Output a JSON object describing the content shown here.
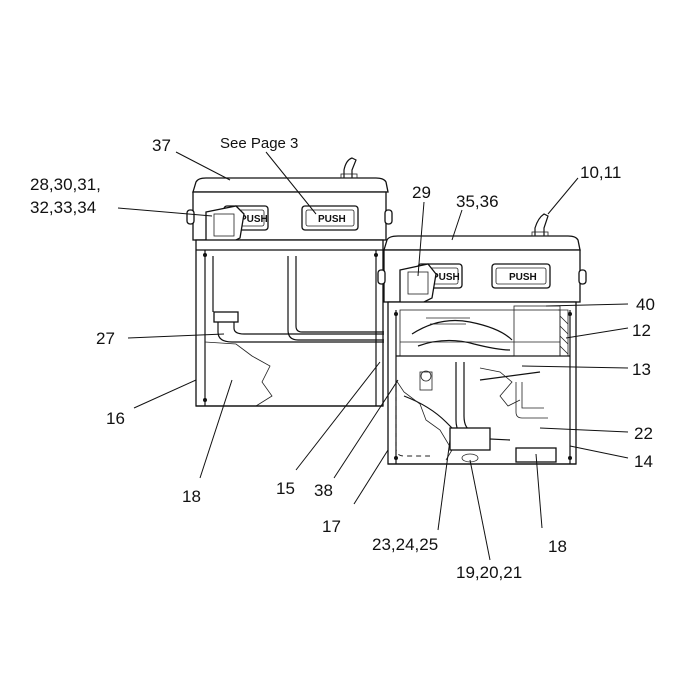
{
  "diagram": {
    "callouts": {
      "c37": "37",
      "see_page": "See Page 3",
      "c10_11": "10,11",
      "c28_34_line1": "28,30,31,",
      "c28_34_line2": "32,33,34",
      "c29": "29",
      "c35_36": "35,36",
      "c40": "40",
      "c27": "27",
      "c12": "12",
      "c13": "13",
      "c16": "16",
      "c22": "22",
      "c14": "14",
      "c18_left": "18",
      "c15": "15",
      "c38": "38",
      "c17": "17",
      "c23_25": "23,24,25",
      "c18_right": "18",
      "c19_21": "19,20,21"
    },
    "buttons": {
      "left_a": "PUSH",
      "left_b": "PUSH",
      "right_a": "PUSH",
      "right_b": "PUSH"
    }
  }
}
